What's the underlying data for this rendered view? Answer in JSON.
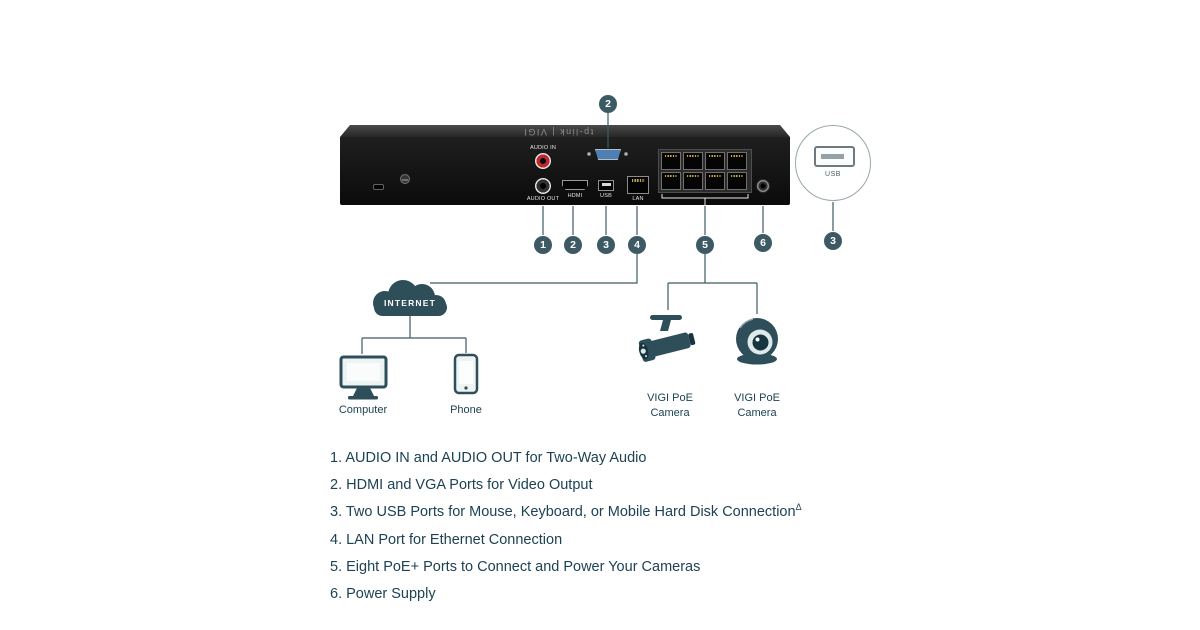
{
  "colors": {
    "accent": "#3d5a64",
    "teal": "#2e4f59",
    "text": "#1d4254"
  },
  "device": {
    "brand_top": "tp-link | VIGI",
    "labels": {
      "audio_in": "AUDIO IN",
      "audio_out": "AUDIO OUT",
      "hdmi": "HDMI",
      "usb": "USB",
      "lan": "LAN"
    }
  },
  "callouts": {
    "vga": "2",
    "audio": "1",
    "hdmi": "2",
    "usb": "3",
    "lan": "4",
    "poe": "5",
    "power": "6",
    "usb_detail": "3"
  },
  "usb_detail": {
    "label": "USB"
  },
  "network": {
    "internet_label": "INTERNET",
    "computer_label": "Computer",
    "phone_label": "Phone"
  },
  "cameras": [
    {
      "line1": "VIGI PoE",
      "line2": "Camera"
    },
    {
      "line1": "VIGI PoE",
      "line2": "Camera"
    }
  ],
  "notes": [
    {
      "text": "1. AUDIO IN and AUDIO OUT for Two-Way Audio"
    },
    {
      "text": "2. HDMI and VGA Ports for Video Output"
    },
    {
      "text": "3. Two USB Ports for Mouse, Keyboard, or Mobile Hard Disk Connection",
      "sup": "Δ"
    },
    {
      "text": "4. LAN Port for Ethernet Connection"
    },
    {
      "text": "5. Eight PoE+ Ports to Connect and Power Your Cameras"
    },
    {
      "text": "6. Power Supply"
    }
  ]
}
